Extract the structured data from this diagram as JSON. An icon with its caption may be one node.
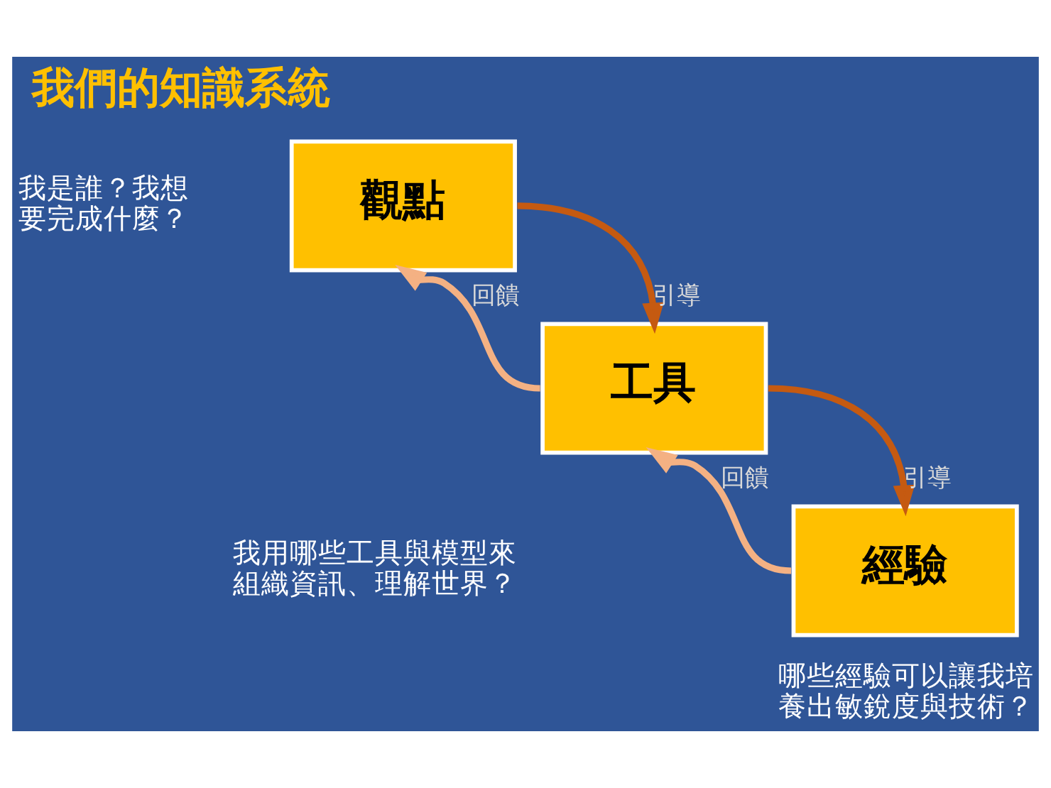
{
  "diagram": {
    "title": "我們的知識系統",
    "nodes": [
      {
        "text": [
          "觀點"
        ],
        "beside": [
          "我是誰？我想要完成什麼？"
        ]
      },
      {
        "text": [
          "工具"
        ],
        "beside": [
          "我用哪些工具與模型來組織資訊、理解世界？"
        ]
      },
      {
        "text": [
          "經驗"
        ],
        "beside": [
          "哪些經驗可以讓我培養出敏銳度與技術？"
        ]
      }
    ],
    "edges": [
      {
        "from": 0,
        "to": 1,
        "arrow": "to",
        "label": "引導",
        "color": "#c55a11"
      },
      {
        "from": 1,
        "to": 0,
        "arrow": "to",
        "label": "回饋",
        "color": "#f4b183"
      },
      {
        "from": 1,
        "to": 2,
        "arrow": "to",
        "label": "引導",
        "color": "#c55a11"
      },
      {
        "from": 2,
        "to": 1,
        "arrow": "to",
        "label": "回饋",
        "color": "#f4b183"
      }
    ]
  }
}
